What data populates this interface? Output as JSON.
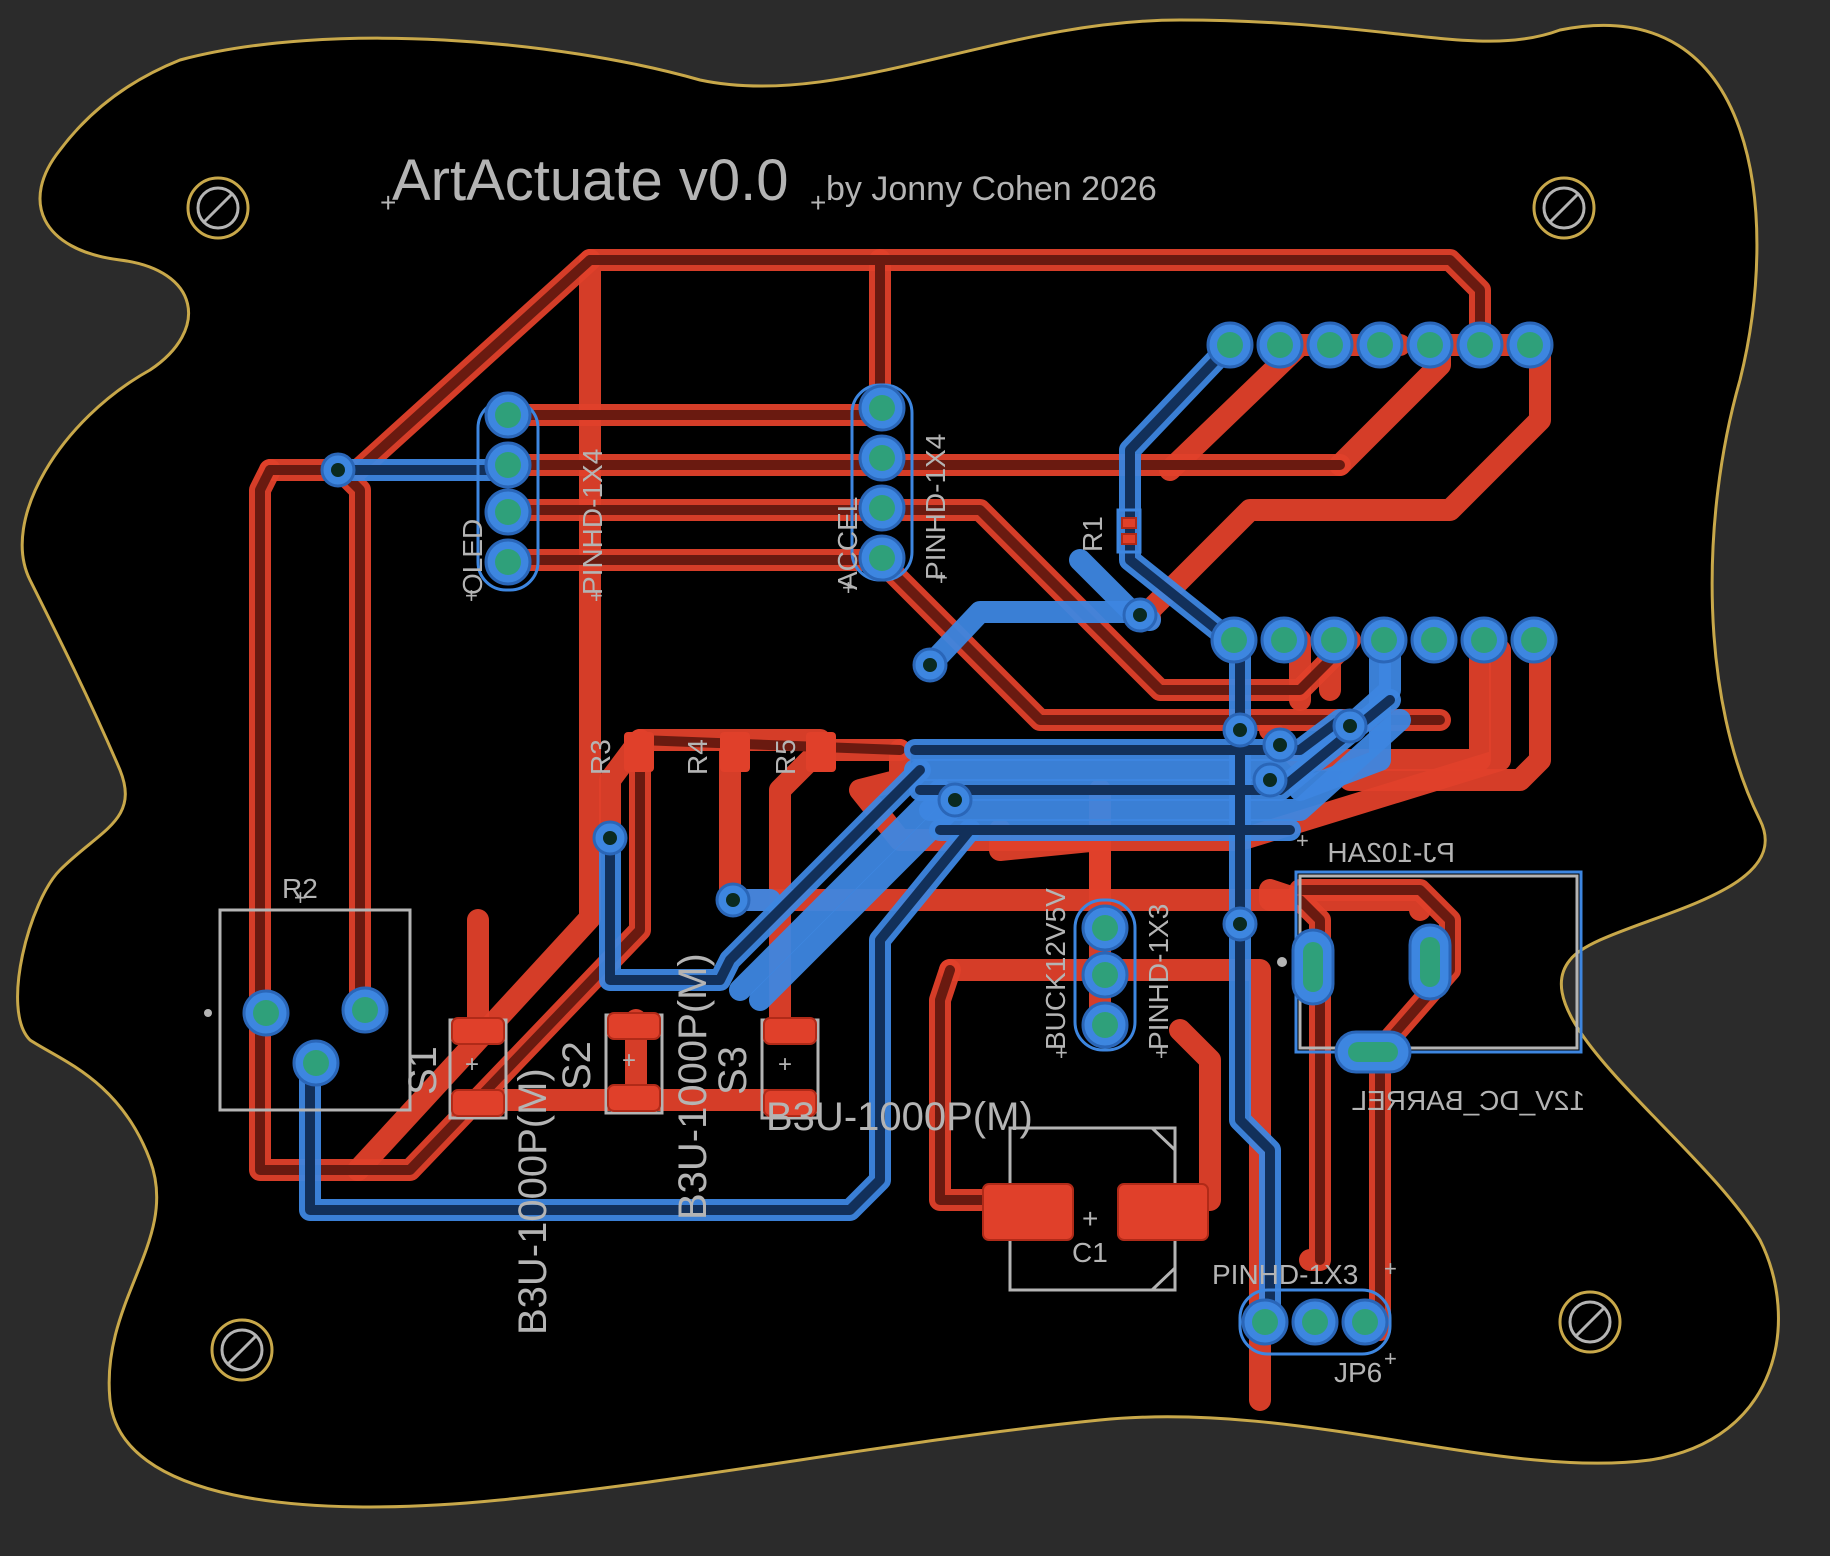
{
  "board": {
    "title": "ArtActuate v0.0",
    "subtitle": "by Jonny Cohen 2026",
    "colors": {
      "background": "#2b2b2b",
      "board_fill": "#000000",
      "outline": "#c8a84a",
      "top_copper": "#e0402a",
      "bottom_copper": "#3d86e0",
      "silkscreen": "#b4b4b4",
      "pad": "#2fa07a"
    }
  },
  "labels": {
    "oled": "OLED",
    "pinhd_1x4_a": "PINHD-1X4",
    "accel": "ACCEL",
    "pinhd_1x4_b": "PINHD-1X4",
    "r1": "R1",
    "r2": "R2",
    "r3": "R3",
    "r4": "R4",
    "r5": "R5",
    "s1": "S1",
    "s2": "S2",
    "s3": "S3",
    "b3u_1": "B3U-1000P(M)",
    "b3u_2": "B3U-1000P(M)",
    "b3u_3": "B3U-1000P(M)",
    "buck": "BUCK12V5V",
    "pinhd_1x3_a": "PINHD-1X3",
    "pj102ah": "PJ-102AH",
    "dc_barrel": "12V_DC_BARREL",
    "c1": "C1",
    "pinhd_1x3_b": "PINHD-1X3",
    "jp6": "JP6"
  },
  "icons": [
    "mounting-hole-icon"
  ]
}
